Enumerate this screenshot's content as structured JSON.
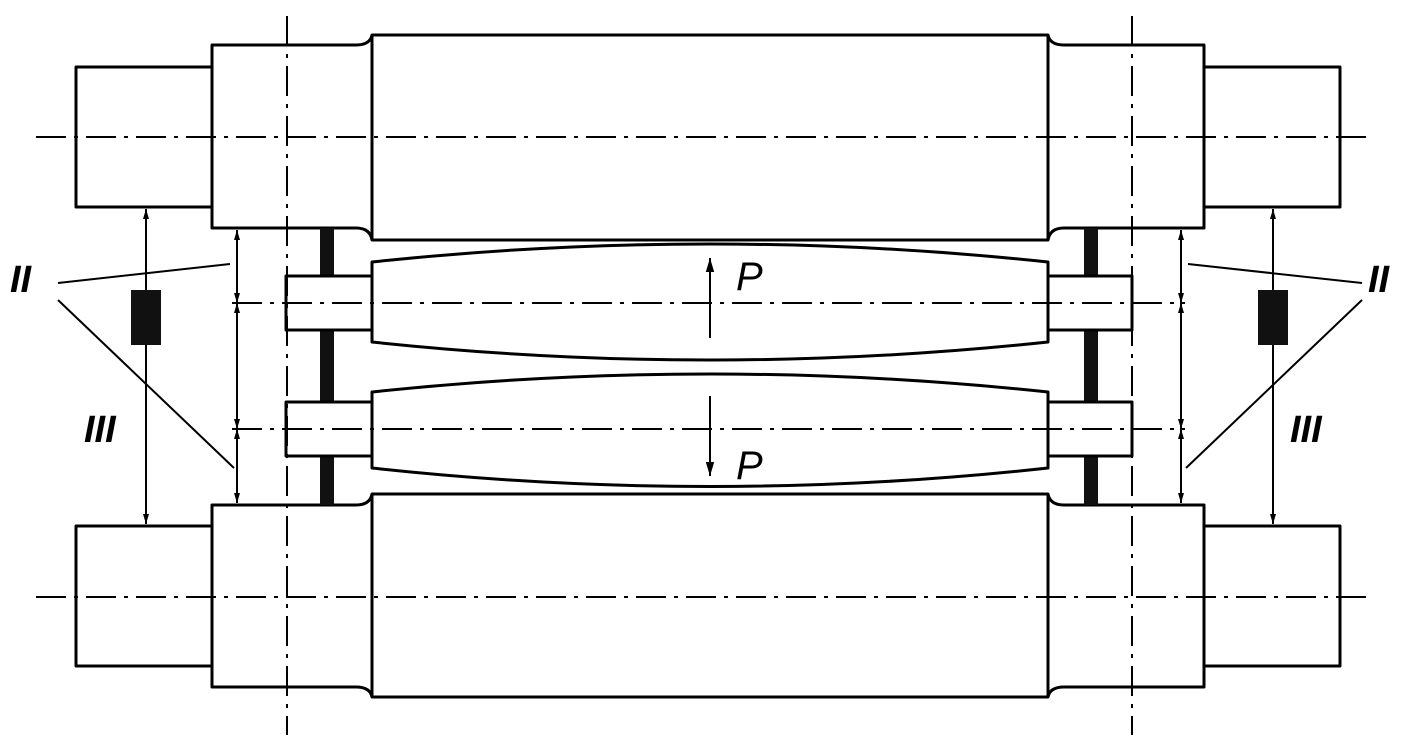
{
  "labels": {
    "force_upper": "P",
    "force_lower": "P",
    "zone_ii_left": "II",
    "zone_ii_right": "II",
    "zone_iii_left": "III",
    "zone_iii_right": "III"
  },
  "colors": {
    "line": "#000000",
    "background": "#ffffff",
    "filled_marker": "#111111"
  }
}
